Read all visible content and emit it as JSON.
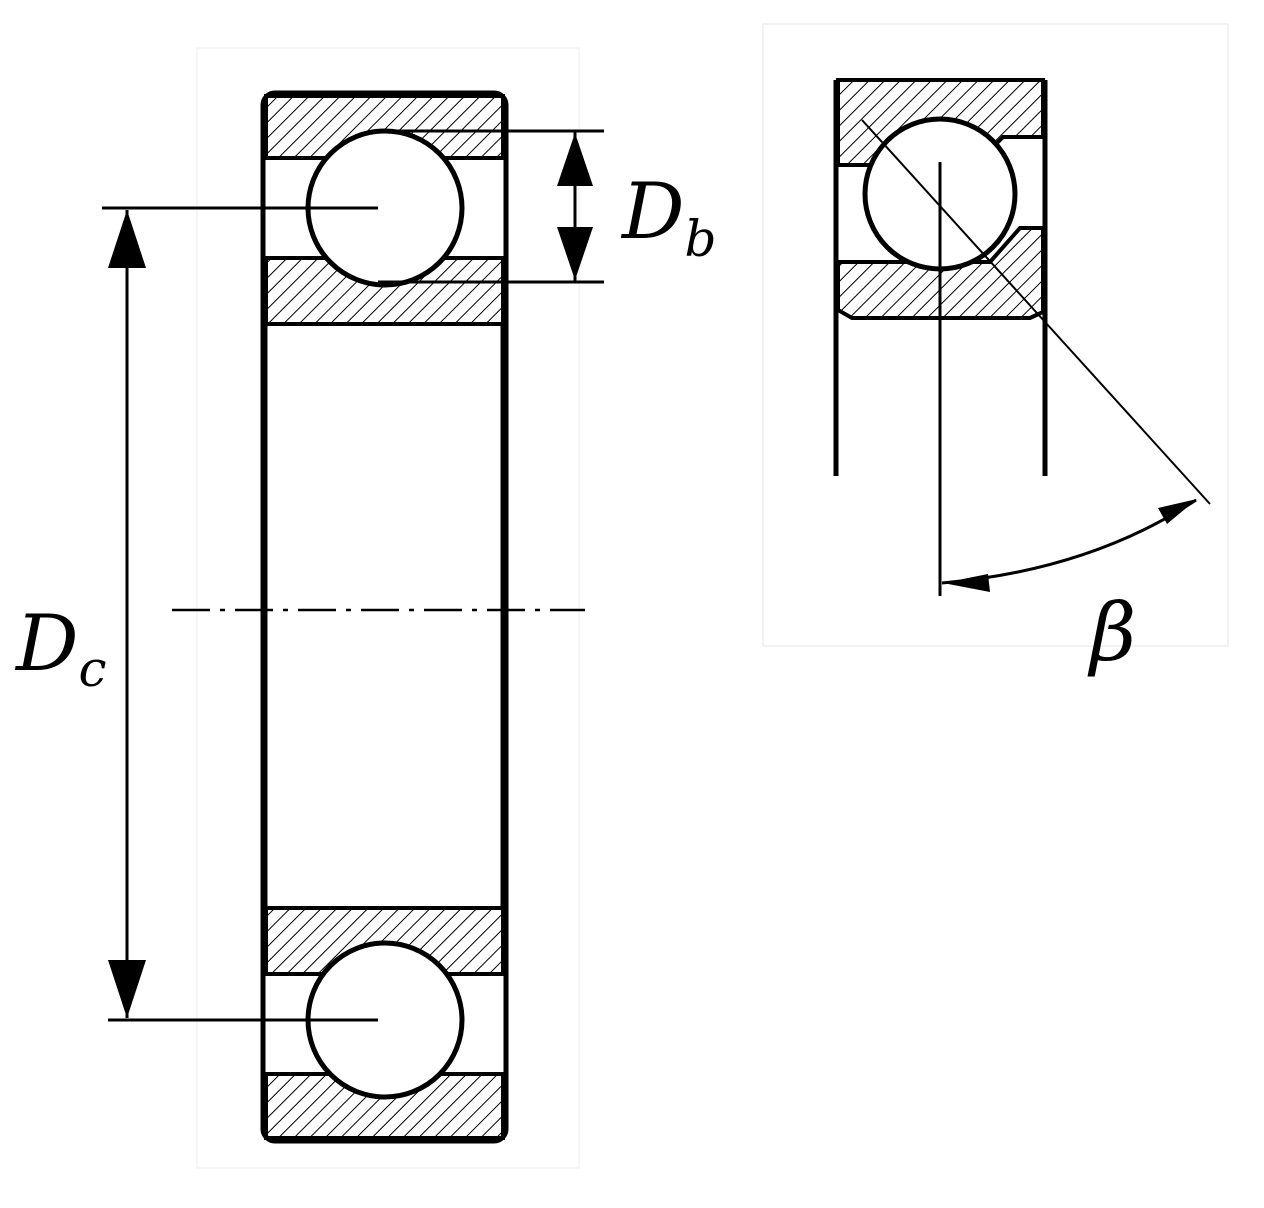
{
  "labels": {
    "ball_diameter_main": "D",
    "ball_diameter_sub": "b",
    "pitch_diameter_main": "D",
    "pitch_diameter_sub": "c",
    "contact_angle": "β"
  },
  "colors": {
    "line": "#000000",
    "panel_border": "#eeeeee",
    "background": "#ffffff"
  }
}
